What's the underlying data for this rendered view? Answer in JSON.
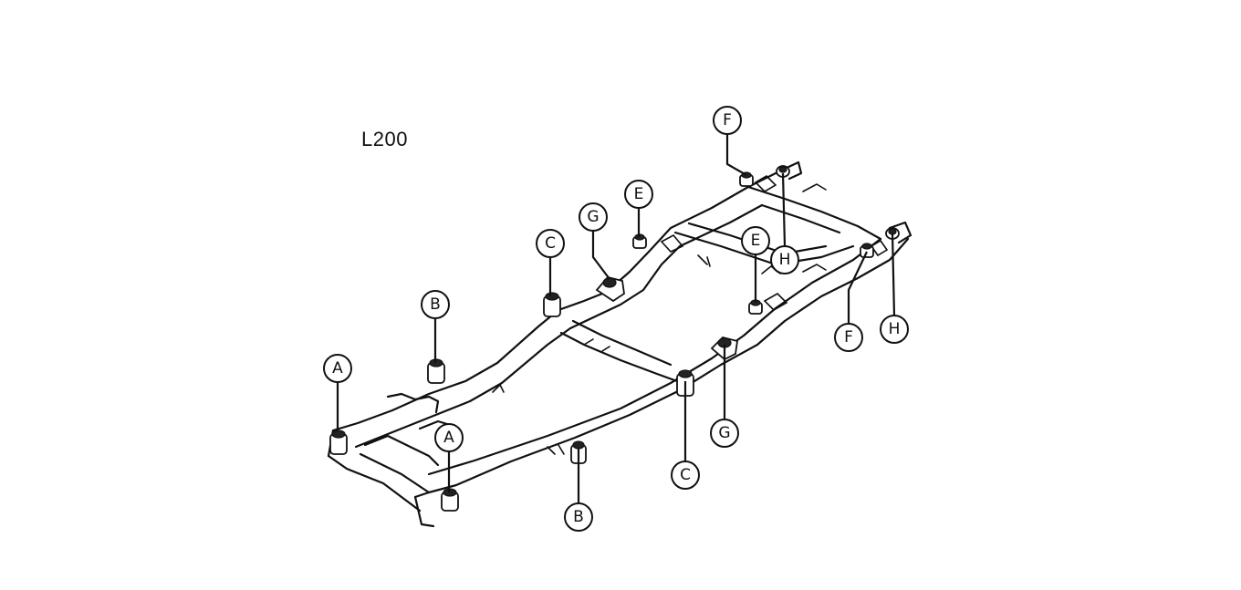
{
  "title": "L200",
  "callouts": [
    {
      "letter": "A"
    },
    {
      "letter": "A"
    },
    {
      "letter": "B"
    },
    {
      "letter": "B"
    },
    {
      "letter": "C"
    },
    {
      "letter": "C"
    },
    {
      "letter": "E"
    },
    {
      "letter": "E"
    },
    {
      "letter": "F"
    },
    {
      "letter": "F"
    },
    {
      "letter": "G"
    },
    {
      "letter": "G"
    },
    {
      "letter": "H"
    },
    {
      "letter": "H"
    }
  ]
}
